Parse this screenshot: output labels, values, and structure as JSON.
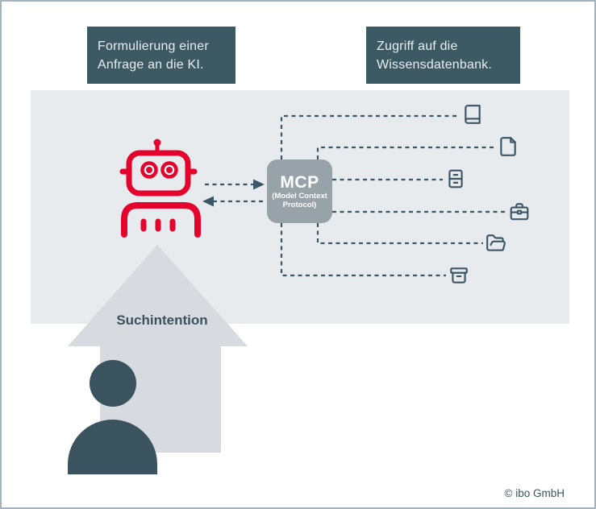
{
  "callout_left": {
    "line1": "Formulierung einer",
    "line2": "Anfrage an die KI."
  },
  "callout_right": {
    "line1": "Zugriff auf die",
    "line2": "Wissensdatenbank."
  },
  "mcp": {
    "title": "MCP",
    "sub1": "(Model Context",
    "sub2": "Protocol)"
  },
  "arrow_label": "Suchintention",
  "copyright": "© ibo GmbH",
  "source_icons": [
    "book",
    "document",
    "filing-cabinet",
    "briefcase",
    "open-folder",
    "archive-box"
  ],
  "colors": {
    "accent_red": "#e4032d",
    "slate": "#3d5665",
    "callout_bg": "#3d5963",
    "panel_bg": "#e8ebee",
    "mcp_bg": "#97a2a9",
    "arrow_gray": "#d7dbdf",
    "person": "#3a535f",
    "frame_border": "#a3b4bf"
  }
}
